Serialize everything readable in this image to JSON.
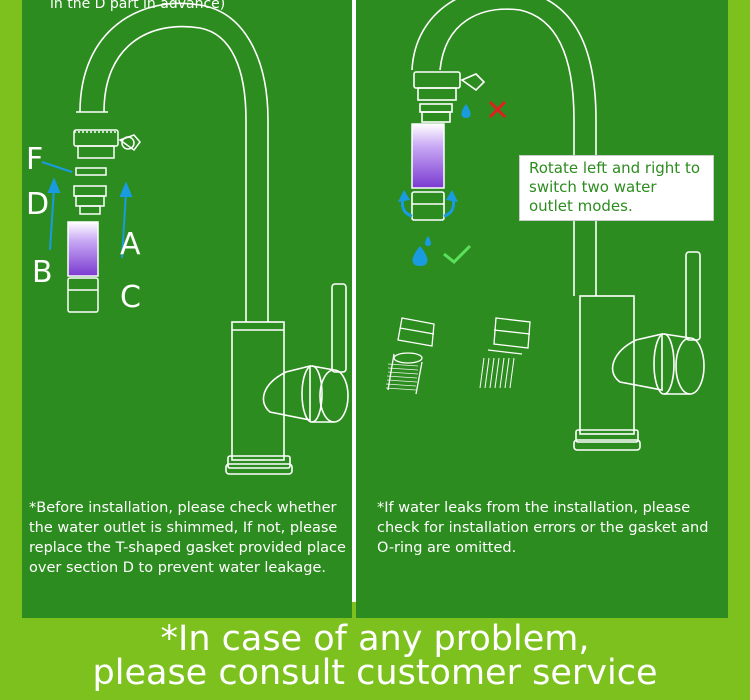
{
  "top_caption": "in the D part in advance)",
  "labels": {
    "f": "F",
    "d": "D",
    "a": "A",
    "b": "B",
    "c": "C"
  },
  "rotate_callout": "Rotate left and right to switch two water outlet modes.",
  "note_left": "*Before installation, please check whether the water outlet is shimmed, If not, please replace the T-shaped gasket provided place over section D to prevent water leakage.",
  "note_right": "*If water leaks from the installation, please check for installation errors or the gasket and O-ring are omitted.",
  "footer": {
    "line1": "*In case of any problem,",
    "line2": "please consult customer service"
  },
  "colors": {
    "background": "#7dc11e",
    "panel": "#2d8c1f",
    "filter_purple": "#8a4bd8",
    "water_blue": "#1e9be0",
    "wrong_red": "#e02020",
    "right_green": "#5be05b",
    "arrow_blue": "#1a9be0"
  }
}
